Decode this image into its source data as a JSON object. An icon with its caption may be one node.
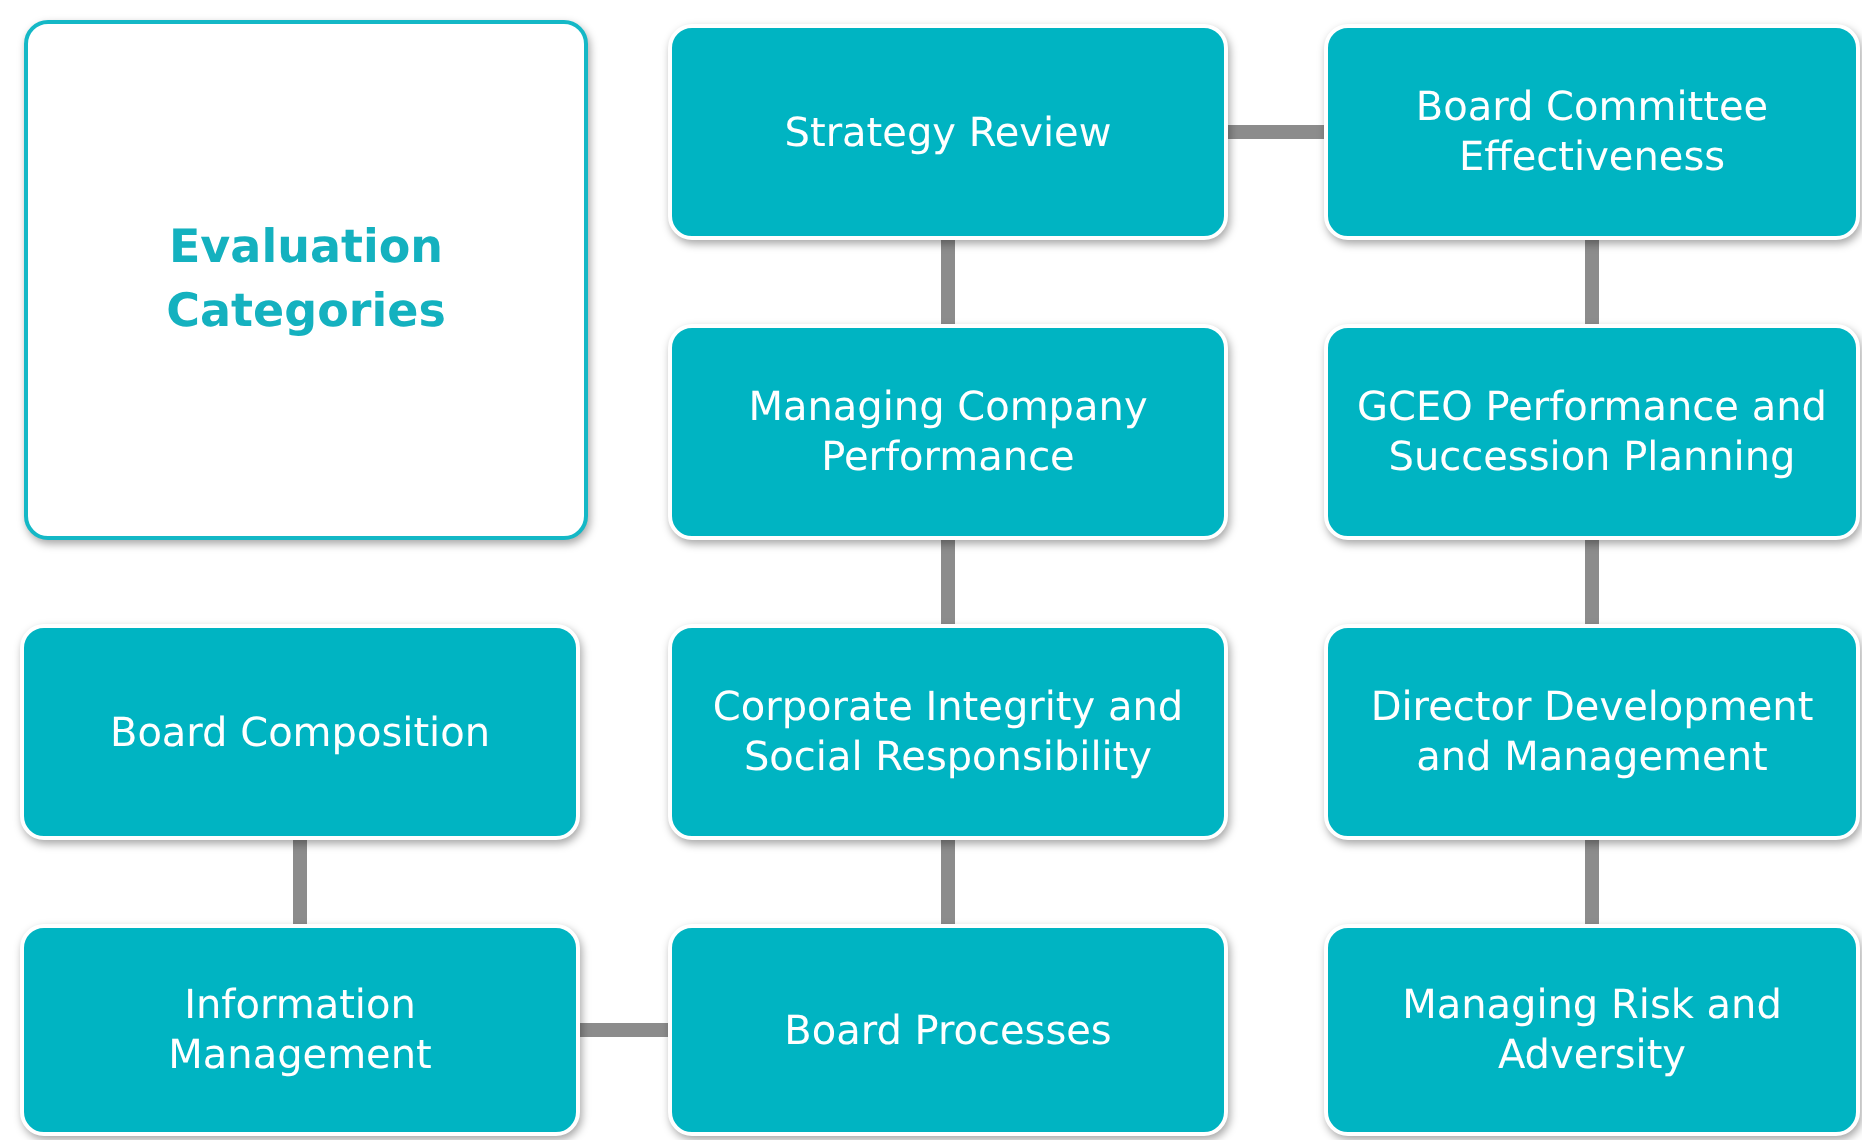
{
  "diagram": {
    "nodes": [
      {
        "text": [
          "Evaluation Categories"
        ]
      },
      {
        "text": [
          "Strategy Review"
        ]
      },
      {
        "text": [
          "Board Committee Effectiveness"
        ]
      },
      {
        "text": [
          "Managing Company Performance"
        ]
      },
      {
        "text": [
          "GCEO Performance and Succession Planning"
        ]
      },
      {
        "text": [
          "Board Composition"
        ]
      },
      {
        "text": [
          "Corporate Integrity and Social Responsibility"
        ]
      },
      {
        "text": [
          "Director Development and Management"
        ]
      },
      {
        "text": [
          "Information Management"
        ]
      },
      {
        "text": [
          "Board Processes"
        ]
      },
      {
        "text": [
          "Managing Risk and Adversity"
        ]
      }
    ],
    "edges": [
      {
        "from": 1,
        "to": 2,
        "arrow": "none"
      },
      {
        "from": 1,
        "to": 3,
        "arrow": "none"
      },
      {
        "from": 2,
        "to": 4,
        "arrow": "none"
      },
      {
        "from": 3,
        "to": 6,
        "arrow": "none"
      },
      {
        "from": 4,
        "to": 7,
        "arrow": "none"
      },
      {
        "from": 5,
        "to": 8,
        "arrow": "none"
      },
      {
        "from": 6,
        "to": 9,
        "arrow": "none"
      },
      {
        "from": 7,
        "to": 10,
        "arrow": "none"
      },
      {
        "from": 8,
        "to": 9,
        "arrow": "none"
      }
    ]
  }
}
